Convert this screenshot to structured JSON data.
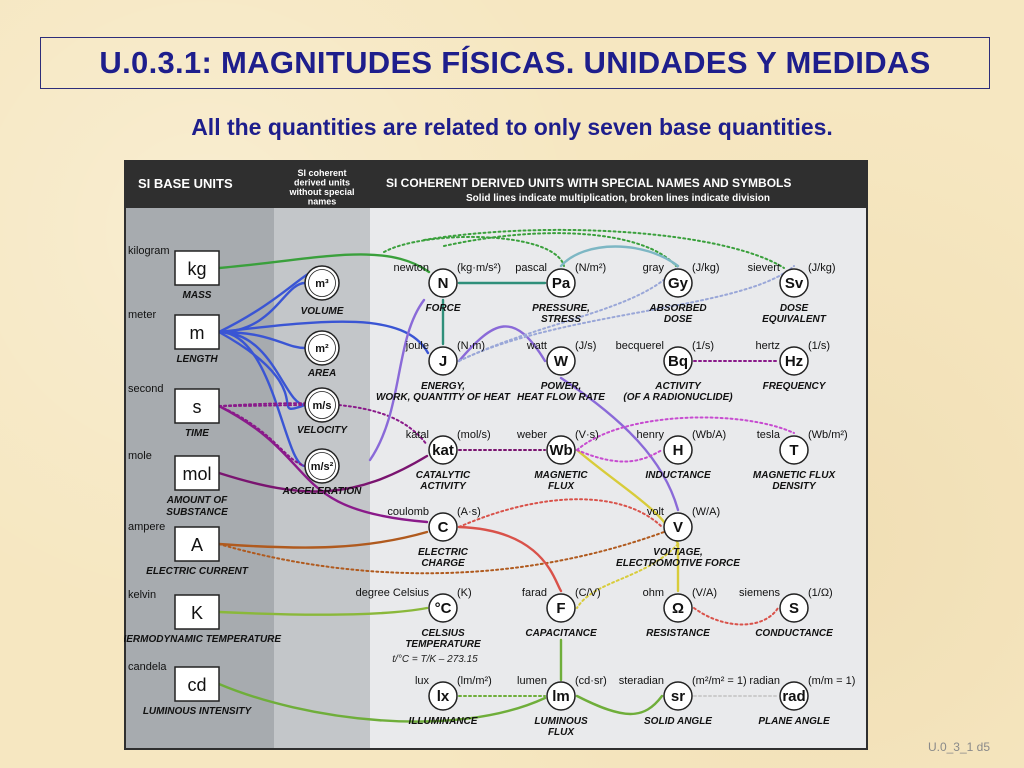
{
  "title": "U.0.3.1: MAGNITUDES FÍSICAS. UNIDADES Y MEDIDAS",
  "subtitle": "All the quantities are related to only seven base quantities.",
  "footer": "U.0_3_1 d5",
  "diagram": {
    "headers": {
      "base": "SI BASE UNITS",
      "coherent": [
        "SI coherent",
        "derived units",
        "without special",
        "names"
      ],
      "special": "SI COHERENT DERIVED UNITS WITH SPECIAL NAMES AND SYMBOLS",
      "special_sub": "Solid lines indicate multiplication, broken lines indicate division"
    },
    "base_units": [
      {
        "name": "kilogram",
        "symbol": "kg",
        "label": "MASS"
      },
      {
        "name": "meter",
        "symbol": "m",
        "label": "LENGTH"
      },
      {
        "name": "second",
        "symbol": "s",
        "label": "TIME"
      },
      {
        "name": "mole",
        "symbol": "mol",
        "label": "AMOUNT OF SUBSTANCE"
      },
      {
        "name": "ampere",
        "symbol": "A",
        "label": "ELECTRIC CURRENT"
      },
      {
        "name": "kelvin",
        "symbol": "K",
        "label": "THERMODYNAMIC TEMPERATURE"
      },
      {
        "name": "candela",
        "symbol": "cd",
        "label": "LUMINOUS INTENSITY"
      }
    ],
    "coherent_units": [
      {
        "symbol": "m³",
        "label": "VOLUME"
      },
      {
        "symbol": "m²",
        "label": "AREA"
      },
      {
        "symbol": "m/s",
        "label": "VELOCITY"
      },
      {
        "symbol": "m/s²",
        "label": "ACCELERATION"
      }
    ],
    "derived_units": [
      {
        "id": "N",
        "name": "newton",
        "expr": "(kg·m/s²)",
        "label": "FORCE"
      },
      {
        "id": "Pa",
        "name": "pascal",
        "expr": "(N/m²)",
        "label": "PRESSURE, STRESS"
      },
      {
        "id": "Gy",
        "name": "gray",
        "expr": "(J/kg)",
        "label": "ABSORBED DOSE"
      },
      {
        "id": "Sv",
        "name": "sievert",
        "expr": "(J/kg)",
        "label": "DOSE EQUIVALENT"
      },
      {
        "id": "J",
        "name": "joule",
        "expr": "(N·m)",
        "label": "ENERGY, WORK, QUANTITY OF HEAT"
      },
      {
        "id": "W",
        "name": "watt",
        "expr": "(J/s)",
        "label": "POWER, HEAT FLOW RATE"
      },
      {
        "id": "Bq",
        "name": "becquerel",
        "expr": "(1/s)",
        "label": "ACTIVITY",
        "sublabel": "(OF A RADIONUCLIDE)"
      },
      {
        "id": "Hz",
        "name": "hertz",
        "expr": "(1/s)",
        "label": "FREQUENCY"
      },
      {
        "id": "kat",
        "name": "katal",
        "expr": "(mol/s)",
        "label": "CATALYTIC ACTIVITY"
      },
      {
        "id": "Wb",
        "name": "weber",
        "expr": "(V·s)",
        "label": "MAGNETIC FLUX"
      },
      {
        "id": "H",
        "name": "henry",
        "expr": "(Wb/A)",
        "label": "INDUCTANCE"
      },
      {
        "id": "T",
        "name": "tesla",
        "expr": "(Wb/m²)",
        "label": "MAGNETIC FLUX DENSITY"
      },
      {
        "id": "C",
        "name": "coulomb",
        "expr": "(A·s)",
        "label": "ELECTRIC CHARGE"
      },
      {
        "id": "V",
        "name": "volt",
        "expr": "(W/A)",
        "label": "VOLTAGE, ELECTROMOTIVE FORCE"
      },
      {
        "id": "°C",
        "name": "degree Celsius",
        "expr": "(K)",
        "label": "CELSIUS TEMPERATURE",
        "note": "t/°C = T/K – 273.15"
      },
      {
        "id": "F",
        "name": "farad",
        "expr": "(C/V)",
        "label": "CAPACITANCE"
      },
      {
        "id": "Ω",
        "name": "ohm",
        "expr": "(V/A)",
        "label": "RESISTANCE"
      },
      {
        "id": "S",
        "name": "siemens",
        "expr": "(1/Ω)",
        "label": "CONDUCTANCE"
      },
      {
        "id": "lx",
        "name": "lux",
        "expr": "(lm/m²)",
        "label": "ILLUMINANCE"
      },
      {
        "id": "lm",
        "name": "lumen",
        "expr": "(cd·sr)",
        "label": "LUMINOUS FLUX"
      },
      {
        "id": "sr",
        "name": "steradian",
        "expr": "(m²/m² = 1)",
        "label": "SOLID ANGLE"
      },
      {
        "id": "rad",
        "name": "radian",
        "expr": "(m/m = 1)",
        "label": "PLANE ANGLE"
      }
    ],
    "colors": {
      "panel_dark": "#2f2f2f",
      "panel_left": "#a7abaf",
      "panel_mid": "#c3c6c9",
      "panel_right": "#e9eaec",
      "mass": "#3aa03c",
      "length": "#3a55d4",
      "time": "#8a1a8a",
      "mole": "#7a1470",
      "current": "#b05a1e",
      "temperature": "#8ab83a",
      "luminous": "#6fae3a",
      "force": "#2f8f7a",
      "energy": "#8a6ad8",
      "charge": "#d9524a",
      "voltage": "#d8cc3a",
      "flux": "#c74bd0",
      "pressure": "#7db7c4",
      "dose": "#9aa7d8"
    }
  }
}
